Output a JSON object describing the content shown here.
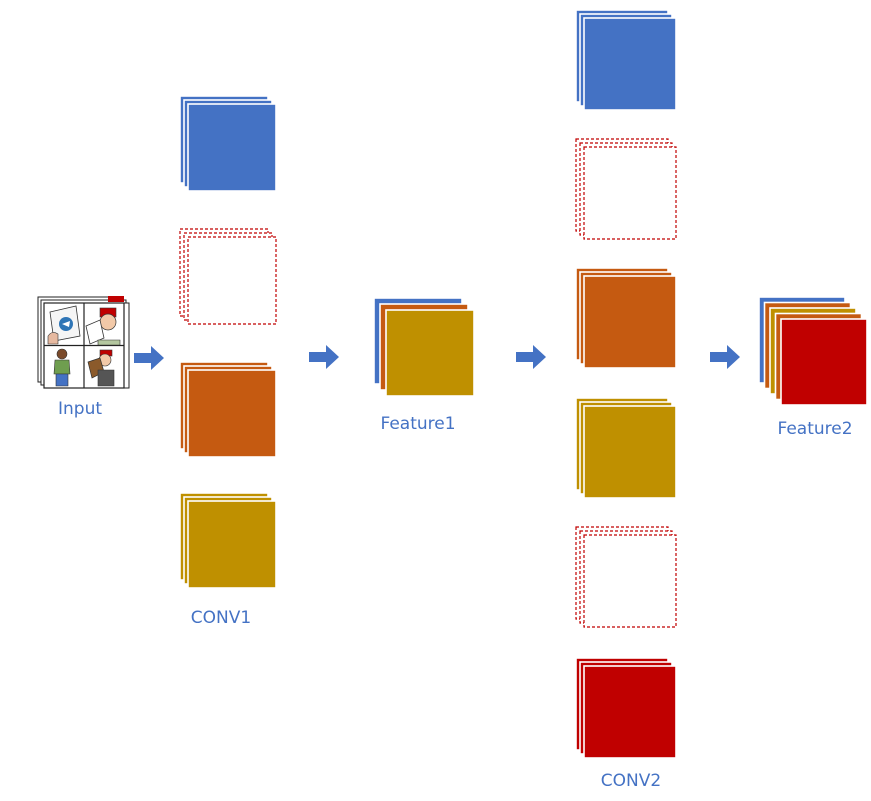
{
  "colors": {
    "blue": "#4472C4",
    "orange": "#C55A11",
    "gold": "#BF9000",
    "red": "#C00000",
    "outline_dashed": "#C00000",
    "label": "#4472C4",
    "arrow": "#4472C4"
  },
  "labels": {
    "input": "Input",
    "conv1": "CONV1",
    "feature1": "Feature1",
    "conv2": "CONV2",
    "feature2": "Feature2"
  },
  "conv1_filters": [
    "blue",
    "outline",
    "orange",
    "gold"
  ],
  "feature1_channels": [
    "blue",
    "orange",
    "gold"
  ],
  "conv2_filters": [
    "blue",
    "outline",
    "orange",
    "gold",
    "outline",
    "red"
  ],
  "feature2_channels": [
    "blue",
    "orange",
    "gold",
    "orange",
    "red"
  ],
  "input_panels": [
    "document-with-logo",
    "man-with-paper",
    "person-from-behind",
    "person-with-box"
  ]
}
